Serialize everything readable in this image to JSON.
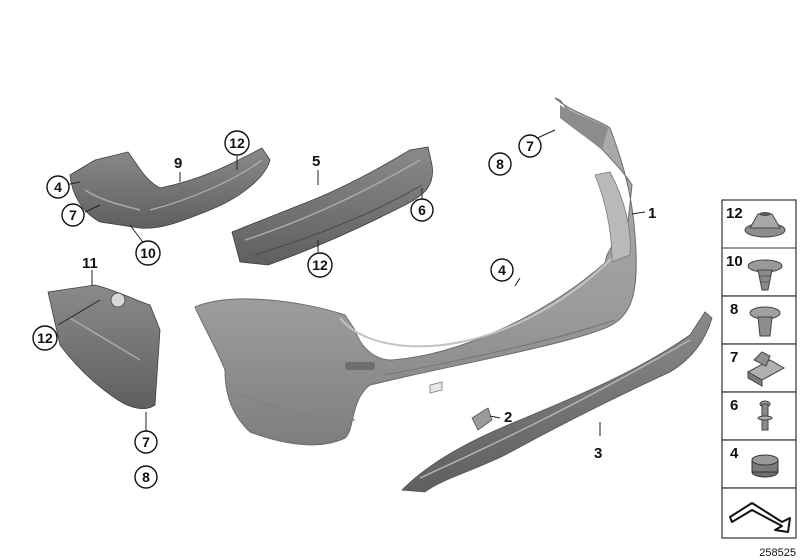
{
  "diagram": {
    "catalog_number": "258525",
    "callouts": [
      {
        "id": "c1",
        "label": "1"
      },
      {
        "id": "c2",
        "label": "2"
      },
      {
        "id": "c3",
        "label": "3"
      },
      {
        "id": "c4a",
        "label": "4"
      },
      {
        "id": "c4b",
        "label": "4"
      },
      {
        "id": "c5",
        "label": "5"
      },
      {
        "id": "c6",
        "label": "6"
      },
      {
        "id": "c7a",
        "label": "7"
      },
      {
        "id": "c7b",
        "label": "7"
      },
      {
        "id": "c7c",
        "label": "7"
      },
      {
        "id": "c8a",
        "label": "8"
      },
      {
        "id": "c8b",
        "label": "8"
      },
      {
        "id": "c9",
        "label": "9"
      },
      {
        "id": "c10",
        "label": "10"
      },
      {
        "id": "c11",
        "label": "11"
      },
      {
        "id": "c12a",
        "label": "12"
      },
      {
        "id": "c12b",
        "label": "12"
      },
      {
        "id": "c12c",
        "label": "12"
      }
    ],
    "legend": [
      {
        "label": "12",
        "icon": "nut-icon"
      },
      {
        "label": "10",
        "icon": "screw-icon"
      },
      {
        "label": "8",
        "icon": "expanding-rivet-icon"
      },
      {
        "label": "7",
        "icon": "clip-nut-icon"
      },
      {
        "label": "6",
        "icon": "bolt-icon"
      },
      {
        "label": "4",
        "icon": "grommet-icon"
      }
    ]
  }
}
